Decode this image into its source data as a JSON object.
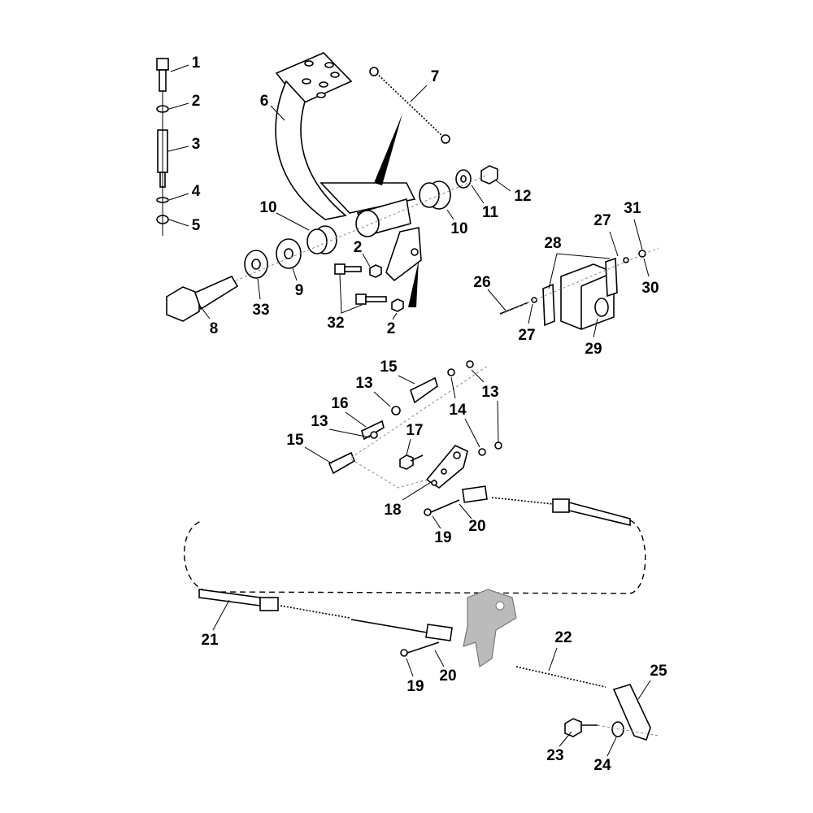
{
  "diagram": {
    "title": "Brake pedal and cable assembly exploded parts view",
    "callouts": [
      "1",
      "2",
      "3",
      "4",
      "5",
      "6",
      "7",
      "10",
      "10",
      "11",
      "12",
      "2",
      "9",
      "33",
      "8",
      "32",
      "2",
      "26",
      "28",
      "27",
      "31",
      "30",
      "27",
      "29",
      "15",
      "13",
      "13",
      "14",
      "16",
      "13",
      "17",
      "15",
      "18",
      "19",
      "20",
      "21",
      "22",
      "25",
      "19",
      "20",
      "23",
      "24"
    ]
  }
}
